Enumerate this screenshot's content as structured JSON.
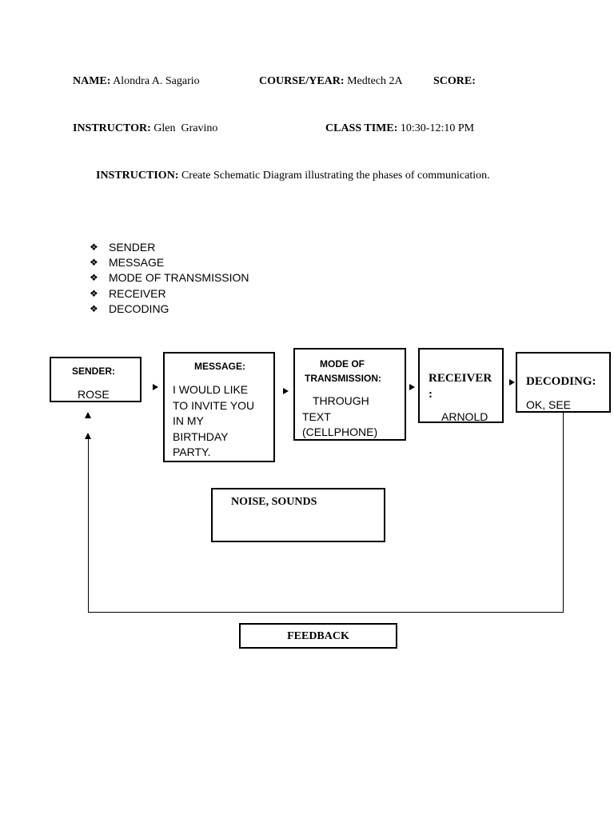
{
  "header": {
    "name_label": "NAME:",
    "name_value": "Alondra A. Sagario",
    "course_label": "COURSE/YEAR:",
    "course_value": "Medtech 2A",
    "score_label": "SCORE:",
    "instructor_label": "INSTRUCTOR:",
    "instructor_value": "Glen  Gravino",
    "classtime_label": "CLASS TIME:",
    "classtime_value": "10:30-12:10 PM",
    "instruction_label": "INSTRUCTION:",
    "instruction_value": "Create Schematic Diagram illustrating the phases of communication."
  },
  "bullets": {
    "glyph": "❖",
    "items": [
      "SENDER",
      "MESSAGE",
      "MODE OF TRANSMISSION",
      "RECEIVER",
      "DECODING"
    ]
  },
  "diagram": {
    "sender": {
      "title": "SENDER:",
      "body": "ROSE"
    },
    "message": {
      "title": "MESSAGE:",
      "body_lines": [
        "I WOULD LIKE",
        "TO INVITE YOU",
        "IN MY",
        "BIRTHDAY",
        "PARTY."
      ]
    },
    "mode": {
      "title_lines": [
        "MODE OF",
        "TRANSMISSION:"
      ],
      "body_lines": [
        "THROUGH",
        "TEXT",
        "(CELLPHONE)"
      ]
    },
    "receiver": {
      "title_lines": [
        "RECEIVER",
        ":"
      ],
      "body": "ARNOLD"
    },
    "decoding": {
      "title": "DECODING:",
      "body": "OK, SEE"
    },
    "noise": {
      "title": "NOISE, SOUNDS"
    },
    "feedback": {
      "title": "FEEDBACK"
    }
  }
}
